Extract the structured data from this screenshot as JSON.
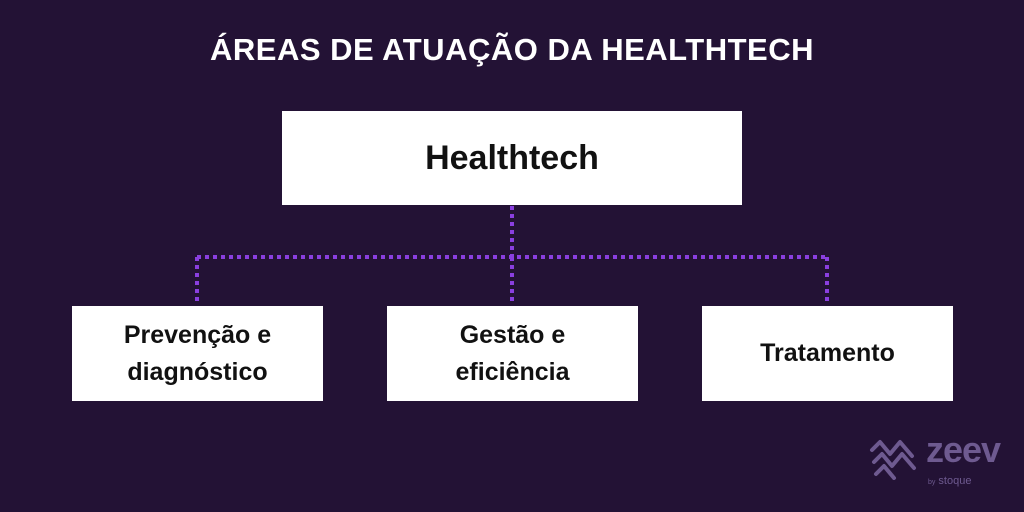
{
  "title": "ÁREAS DE ATUAÇÃO DA HEALTHTECH",
  "root": {
    "label": "Healthtech"
  },
  "children": [
    {
      "line1": "Prevenção e",
      "line2": "diagnóstico"
    },
    {
      "line1": "Gestão e",
      "line2": "eficiência"
    },
    {
      "line1": "Tratamento",
      "line2": ""
    }
  ],
  "logo": {
    "name": "zeev",
    "by": "by",
    "company": "stoque",
    "icon": "zeev-logo-icon"
  },
  "colors": {
    "background": "#231235",
    "box": "#ffffff",
    "connector": "#8a3fe0",
    "logo": "#6e5a90"
  }
}
